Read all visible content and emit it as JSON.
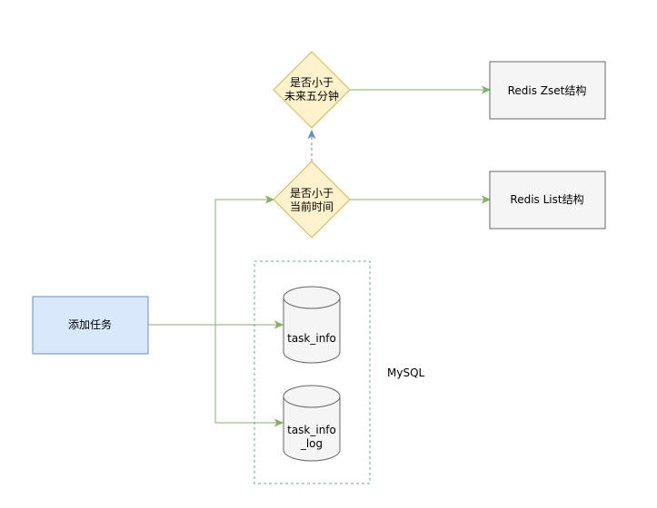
{
  "diagram": {
    "nodes": {
      "add_task": {
        "label": "添加任务"
      },
      "decision_future": {
        "line1": "是否小于",
        "line2": "未来五分钟"
      },
      "decision_now": {
        "line1": "是否小于",
        "line2": "当前时间"
      },
      "redis_zset": {
        "label": "Redis Zset结构"
      },
      "redis_list": {
        "label": "Redis List结构"
      },
      "task_info": {
        "label": "task_info"
      },
      "task_info_log": {
        "line1": "task_info",
        "line2": "_log"
      },
      "mysql_group": {
        "label": "MySQL"
      }
    },
    "colors": {
      "edge_green": "#82b366",
      "edge_blue": "#6c8ebf",
      "decision_fill": "#fff2cc",
      "decision_stroke": "#d6b656",
      "task_fill": "#dae8fc",
      "task_stroke": "#6c8ebf",
      "redis_fill": "#f5f5f5",
      "redis_stroke": "#666666",
      "db_fill": "#f5f5f5",
      "db_stroke": "#666666",
      "group_stroke": "#67ab9f"
    }
  }
}
